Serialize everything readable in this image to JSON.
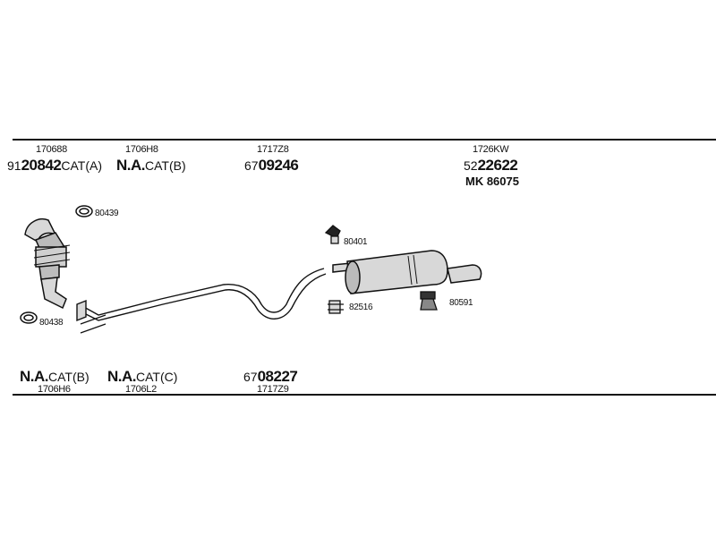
{
  "top_labels": [
    {
      "ref": "170688",
      "prefix": "91",
      "main": "20842",
      "suffix": "CAT(A)"
    },
    {
      "ref": "1706H8",
      "prefix": "",
      "main": "N.A.",
      "suffix": "CAT(B)"
    },
    {
      "ref": "1717Z8",
      "prefix": "67",
      "main": "09246",
      "suffix": ""
    },
    {
      "ref": "1726KW",
      "prefix": "52",
      "main": "22622",
      "suffix": ""
    }
  ],
  "mk_label": "MK 86075",
  "bottom_labels": [
    {
      "ref": "1706H6",
      "prefix": "",
      "main": "N.A.",
      "suffix": "CAT(B)"
    },
    {
      "ref": "1706L2",
      "prefix": "",
      "main": "N.A.",
      "suffix": "CAT(C)"
    },
    {
      "ref": "1717Z9",
      "prefix": "67",
      "main": "08227",
      "suffix": ""
    }
  ],
  "small_parts": {
    "clamp_upper": "80439",
    "clamp_lower": "80438",
    "hanger_top": "80401",
    "clamp_mid": "82516",
    "hanger_bottom": "80591"
  },
  "colors": {
    "line": "#111111",
    "fill": "#d8d8d8",
    "shade": "#a8a8a8"
  }
}
